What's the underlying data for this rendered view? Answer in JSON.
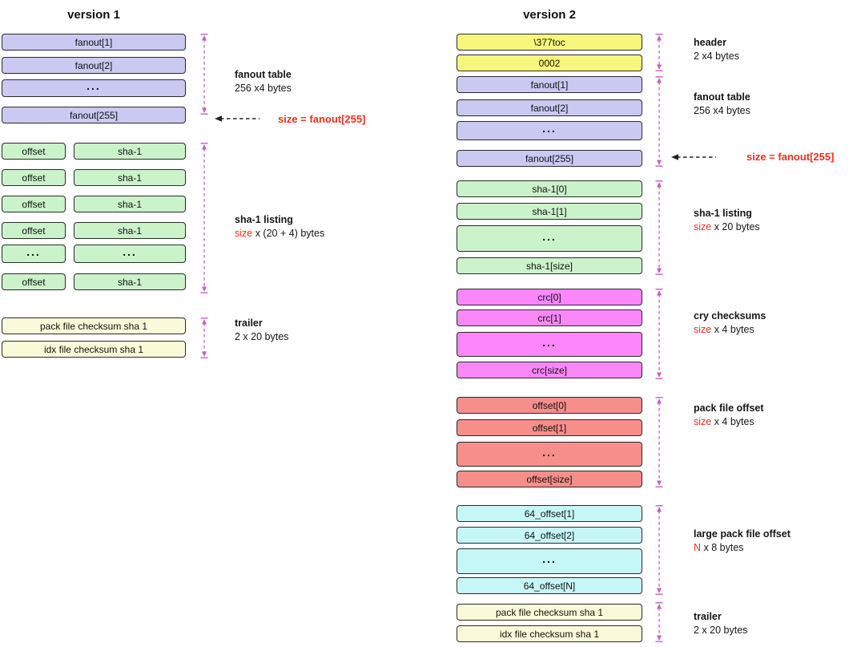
{
  "palette": {
    "red_text": "#fb2b1a",
    "dimension_line": "#c45fc4",
    "box_border": "#2a2a2a",
    "blue": "#c9c9f2",
    "green": "#cbf3ca",
    "bright_yellow": "#f8f77d",
    "pale_yellow": "#fbfad8",
    "magenta": "#fb87fb",
    "salmon": "#f68e8a",
    "cyan": "#c6f7f7"
  },
  "columns": {
    "version1": {
      "title": "version 1",
      "sections": [
        {
          "name": "fanout-table",
          "color": "#c9c9f2",
          "rows": [
            [
              "fanout[1]"
            ],
            [
              "fanout[2]"
            ],
            [
              "..."
            ],
            [
              "fanout[255]"
            ]
          ]
        },
        {
          "name": "sha1-listing",
          "color": "#cbf3ca",
          "rows": [
            [
              "offset",
              "sha-1"
            ],
            [
              "offset",
              "sha-1"
            ],
            [
              "offset",
              "sha-1"
            ],
            [
              "offset",
              "sha-1"
            ],
            [
              "...",
              "..."
            ],
            [
              "offset",
              "sha-1"
            ]
          ]
        },
        {
          "name": "trailer",
          "color": "#fbfad8",
          "rows": [
            [
              "pack file checksum sha 1"
            ],
            [
              "idx file checksum sha 1"
            ]
          ]
        }
      ],
      "annotations": [
        {
          "title": "fanout table",
          "sub": [
            {
              "t": "256 x4 bytes"
            }
          ]
        },
        {
          "title": "sha-1 listing",
          "sub": [
            {
              "t": "size",
              "red": true
            },
            {
              "t": " x (20 + 4) bytes"
            }
          ]
        },
        {
          "title": "trailer",
          "sub": [
            {
              "t": "2 x 20 bytes"
            }
          ]
        }
      ],
      "callout": {
        "text": "size = fanout[255]"
      }
    },
    "version2": {
      "title": "version 2",
      "sections": [
        {
          "name": "header",
          "color": "#f8f77d",
          "rows": [
            [
              "\\377toc"
            ],
            [
              "0002"
            ]
          ]
        },
        {
          "name": "fanout-table",
          "color": "#c9c9f2",
          "rows": [
            [
              "fanout[1]"
            ],
            [
              "fanout[2]"
            ],
            [
              "..."
            ],
            [
              "fanout[255]"
            ]
          ]
        },
        {
          "name": "sha1-listing",
          "color": "#cbf3ca",
          "rows": [
            [
              "sha-1[0]"
            ],
            [
              "sha-1[1]"
            ],
            [
              "..."
            ],
            [
              "sha-1[size]"
            ]
          ]
        },
        {
          "name": "crc-checksums",
          "color": "#fb87fb",
          "rows": [
            [
              "crc[0]"
            ],
            [
              "crc[1]"
            ],
            [
              "..."
            ],
            [
              "crc[size]"
            ]
          ]
        },
        {
          "name": "pack-file-offset",
          "color": "#f68e8a",
          "rows": [
            [
              "offset[0]"
            ],
            [
              "offset[1]"
            ],
            [
              "..."
            ],
            [
              "offset[size]"
            ]
          ]
        },
        {
          "name": "large-pack-file-offset",
          "color": "#c6f7f7",
          "rows": [
            [
              "64_offset[1]"
            ],
            [
              "64_offset[2]"
            ],
            [
              "..."
            ],
            [
              "64_offset[N]"
            ]
          ]
        },
        {
          "name": "trailer",
          "color": "#fbfad8",
          "rows": [
            [
              "pack file checksum sha 1"
            ],
            [
              "idx file checksum sha 1"
            ]
          ]
        }
      ],
      "annotations": [
        {
          "title": "header",
          "sub": [
            {
              "t": "2 x4 bytes"
            }
          ]
        },
        {
          "title": "fanout table",
          "sub": [
            {
              "t": "256 x4 bytes"
            }
          ]
        },
        {
          "title": "sha-1 listing",
          "sub": [
            {
              "t": "size",
              "red": true
            },
            {
              "t": " x 20 bytes"
            }
          ]
        },
        {
          "title": "cry checksums",
          "sub": [
            {
              "t": "size",
              "red": true
            },
            {
              "t": " x 4 bytes"
            }
          ]
        },
        {
          "title": "pack file offset",
          "sub": [
            {
              "t": "size",
              "red": true
            },
            {
              "t": " x 4 bytes"
            }
          ]
        },
        {
          "title": "large pack file offset",
          "sub": [
            {
              "t": "N",
              "red": true
            },
            {
              "t": " x 8 bytes"
            }
          ]
        },
        {
          "title": "trailer",
          "sub": [
            {
              "t": "2 x 20 bytes"
            }
          ]
        }
      ],
      "callout": {
        "text": "size = fanout[255]"
      }
    }
  }
}
